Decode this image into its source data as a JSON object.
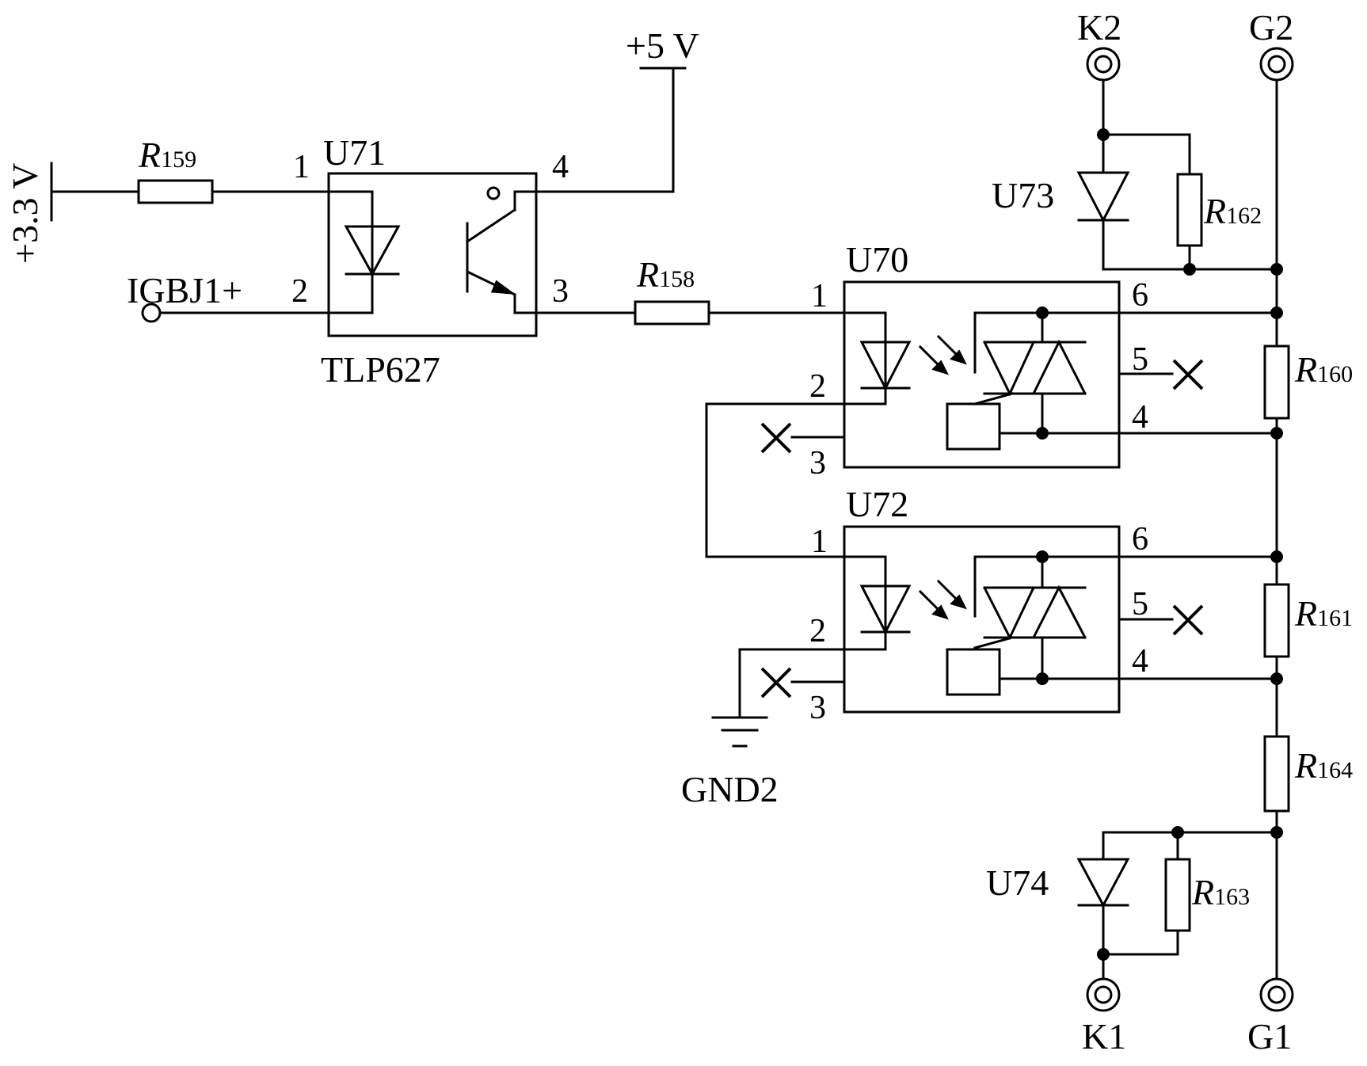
{
  "power": {
    "v33": "+3.3 V",
    "v5": "+5 V",
    "gnd": "GND2"
  },
  "input": {
    "signal": "IGBJ1+"
  },
  "components": {
    "u71": {
      "ref": "U71",
      "part": "TLP627"
    },
    "u70": {
      "ref": "U70"
    },
    "u72": {
      "ref": "U72"
    },
    "u73": {
      "ref": "U73"
    },
    "u74": {
      "ref": "U74"
    }
  },
  "resistors": {
    "r159": {
      "prefix": "R",
      "num": "159"
    },
    "r158": {
      "prefix": "R",
      "num": "158"
    },
    "r160": {
      "prefix": "R",
      "num": "160"
    },
    "r161": {
      "prefix": "R",
      "num": "161"
    },
    "r162": {
      "prefix": "R",
      "num": "162"
    },
    "r163": {
      "prefix": "R",
      "num": "163"
    },
    "r164": {
      "prefix": "R",
      "num": "164"
    }
  },
  "terminals": {
    "k2": "K2",
    "g2": "G2",
    "k1": "K1",
    "g1": "G1"
  },
  "pins": {
    "p1": "1",
    "p2": "2",
    "p3": "3",
    "p4": "4",
    "p5": "5",
    "p6": "6"
  }
}
